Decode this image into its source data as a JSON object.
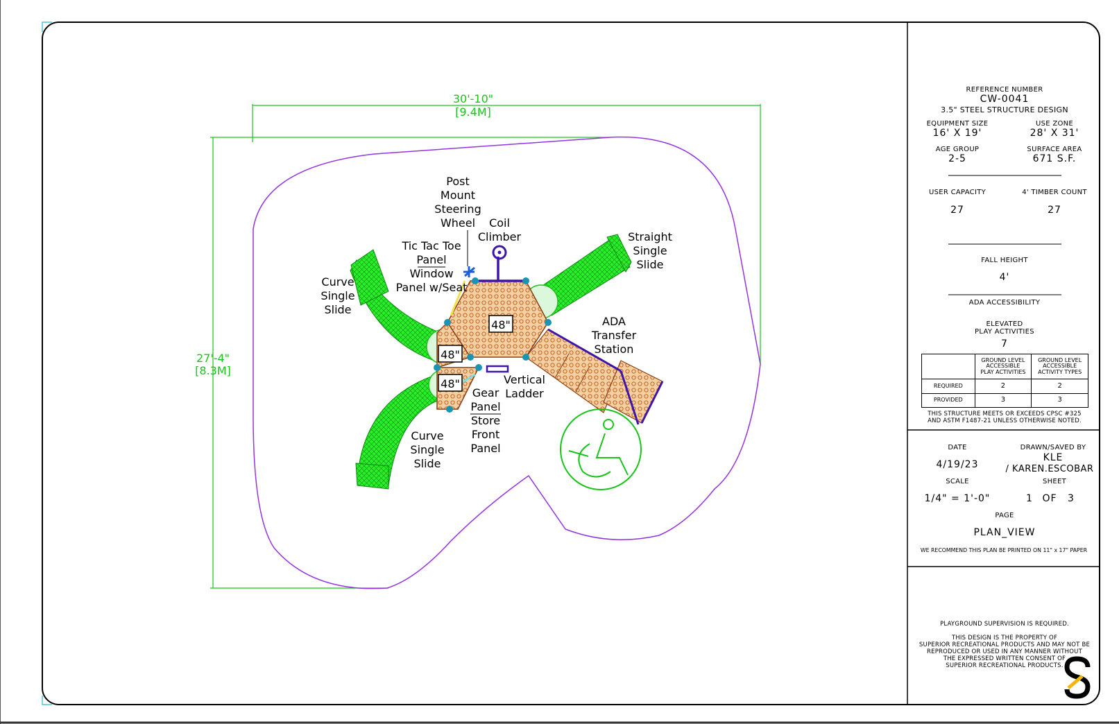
{
  "diagram": {
    "dimensions": {
      "width_ft": "30'-10\"",
      "width_m": "[9.4M]",
      "depth_ft": "27'-4\"",
      "depth_m": "[8.3M]"
    },
    "deck_heights": [
      "48\"",
      "48\"",
      "48\""
    ],
    "callouts": {
      "steering_wheel": [
        "Post",
        "Mount",
        "Steering",
        "Wheel"
      ],
      "coil_climber": [
        "Coil",
        "Climber"
      ],
      "tic_tac_toe": [
        "Tic Tac Toe",
        "Panel",
        "Window",
        "Panel w/Seat"
      ],
      "curve_slide_top": [
        "Curve",
        "Single",
        "Slide"
      ],
      "straight_slide": [
        "Straight",
        "Single",
        "Slide"
      ],
      "ada_transfer": [
        "ADA",
        "Transfer",
        "Station"
      ],
      "vertical_ladder": [
        "Vertical",
        "Ladder"
      ],
      "gear_panel": [
        "Gear",
        "Panel",
        "Store",
        "Front",
        "Panel"
      ],
      "curve_slide_bottom": [
        "Curve",
        "Single",
        "Slide"
      ]
    },
    "colors": {
      "slide": "#22ee22",
      "deck": "#d9772e",
      "post": "#1b94b3",
      "frame": "#3d15a8",
      "use_zone": "#9433e0",
      "dimension": "#19c419"
    }
  },
  "title_block": {
    "reference_label": "REFERENCE NUMBER",
    "reference_number": "CW-0041",
    "structure_design": "3.5\" STEEL STRUCTURE DESIGN",
    "equipment_size_label": "EQUIPMENT SIZE",
    "equipment_size": "16' X 19'",
    "use_zone_label": "USE ZONE",
    "use_zone": "28' X 31'",
    "age_group_label": "AGE GROUP",
    "age_group": "2-5",
    "surface_area_label": "SURFACE AREA",
    "surface_area": "671 S.F.",
    "user_capacity_label": "USER CAPACITY",
    "user_capacity": "27",
    "timber_count_label": "4' TIMBER COUNT",
    "timber_count": "27",
    "fall_height_label": "FALL HEIGHT",
    "fall_height": "4'",
    "ada_label": "ADA ACCESSIBILITY",
    "elevated_label": [
      "ELEVATED",
      "PLAY ACTIVITIES"
    ],
    "elevated_value": "7",
    "ada_table": {
      "headers": [
        [
          "GROUND LEVEL",
          "ACCESSIBLE",
          "PLAY ACTIVITIES"
        ],
        [
          "GROUND LEVEL",
          "ACCESSIBLE",
          "ACTIVITY TYPES"
        ]
      ],
      "rows": [
        {
          "label": "REQUIRED",
          "values": [
            "2",
            "2"
          ]
        },
        {
          "label": "PROVIDED",
          "values": [
            "3",
            "3"
          ]
        }
      ]
    },
    "compliance": [
      "THIS STRUCTURE MEETS OR EXCEEDS CPSC #325",
      "AND ASTM F1487-21 UNLESS OTHERWISE NOTED."
    ],
    "date_label": "DATE",
    "date": "4/19/23",
    "drawn_label": "DRAWN/SAVED BY",
    "drawn_by": "KLE",
    "saved_by": "/ KAREN.ESCOBAR",
    "scale_label": "SCALE",
    "scale": "1/4\" = 1'-0\"",
    "sheet_label": "SHEET",
    "sheet_number": "1",
    "sheet_of": "OF",
    "sheet_total": "3",
    "page_label": "PAGE",
    "page": "PLAN_VIEW",
    "print_note": "WE RECOMMEND THIS PLAN BE PRINTED ON 11\" x 17\" PAPER",
    "supervision": "PLAYGROUND SUPERVISION IS REQUIRED.",
    "property_note": [
      "THIS DESIGN IS THE PROPERTY OF",
      "SUPERIOR RECREATIONAL PRODUCTS AND MAY NOT BE",
      "REPRODUCED OR USED IN ANY MANNER WITHOUT",
      "THE EXPRESSED WRITTEN CONSENT OF",
      "SUPERIOR RECREATIONAL PRODUCTS."
    ],
    "logo_letter": "S"
  }
}
